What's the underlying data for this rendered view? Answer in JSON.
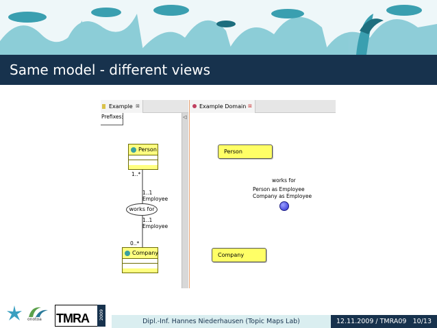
{
  "slide": {
    "title": "Same model - different views"
  },
  "left_view": {
    "tab_label": "Example",
    "tab_close": "⊠",
    "prefixes_label": "Prefixes:",
    "scroll_arrow": "◁",
    "class_person": "Person",
    "class_company": "Company",
    "mult_person_top": "1..*",
    "role_upper_mult": "1..1",
    "role_upper_name": "Employee",
    "assoc_name": "works for",
    "role_lower_mult": "1..1",
    "role_lower_name": "Employee",
    "mult_company": "0..*"
  },
  "right_view": {
    "tab_label": "Example Domain",
    "tab_close": "⊠",
    "topic_person": "Person",
    "topic_company": "Company",
    "assoc_name": "works for",
    "role_line_1": "Person as   Employee",
    "role_line_2": "Company as   Employee"
  },
  "footer": {
    "author": "Dipl.-Inf. Hannes Niederhausen  (Topic Maps Lab)",
    "date_event": "12.11.2009 / TMRA09",
    "page": "10/13",
    "logo_onotoa": "onotoa",
    "logo_tmra": "TMRA",
    "logo_tmra_year": "2009"
  },
  "colors": {
    "navy": "#17324d",
    "class_yellow": "#ffff80",
    "topic_yellow": "#ffff66",
    "banner_teal": "#5fb8c8"
  }
}
